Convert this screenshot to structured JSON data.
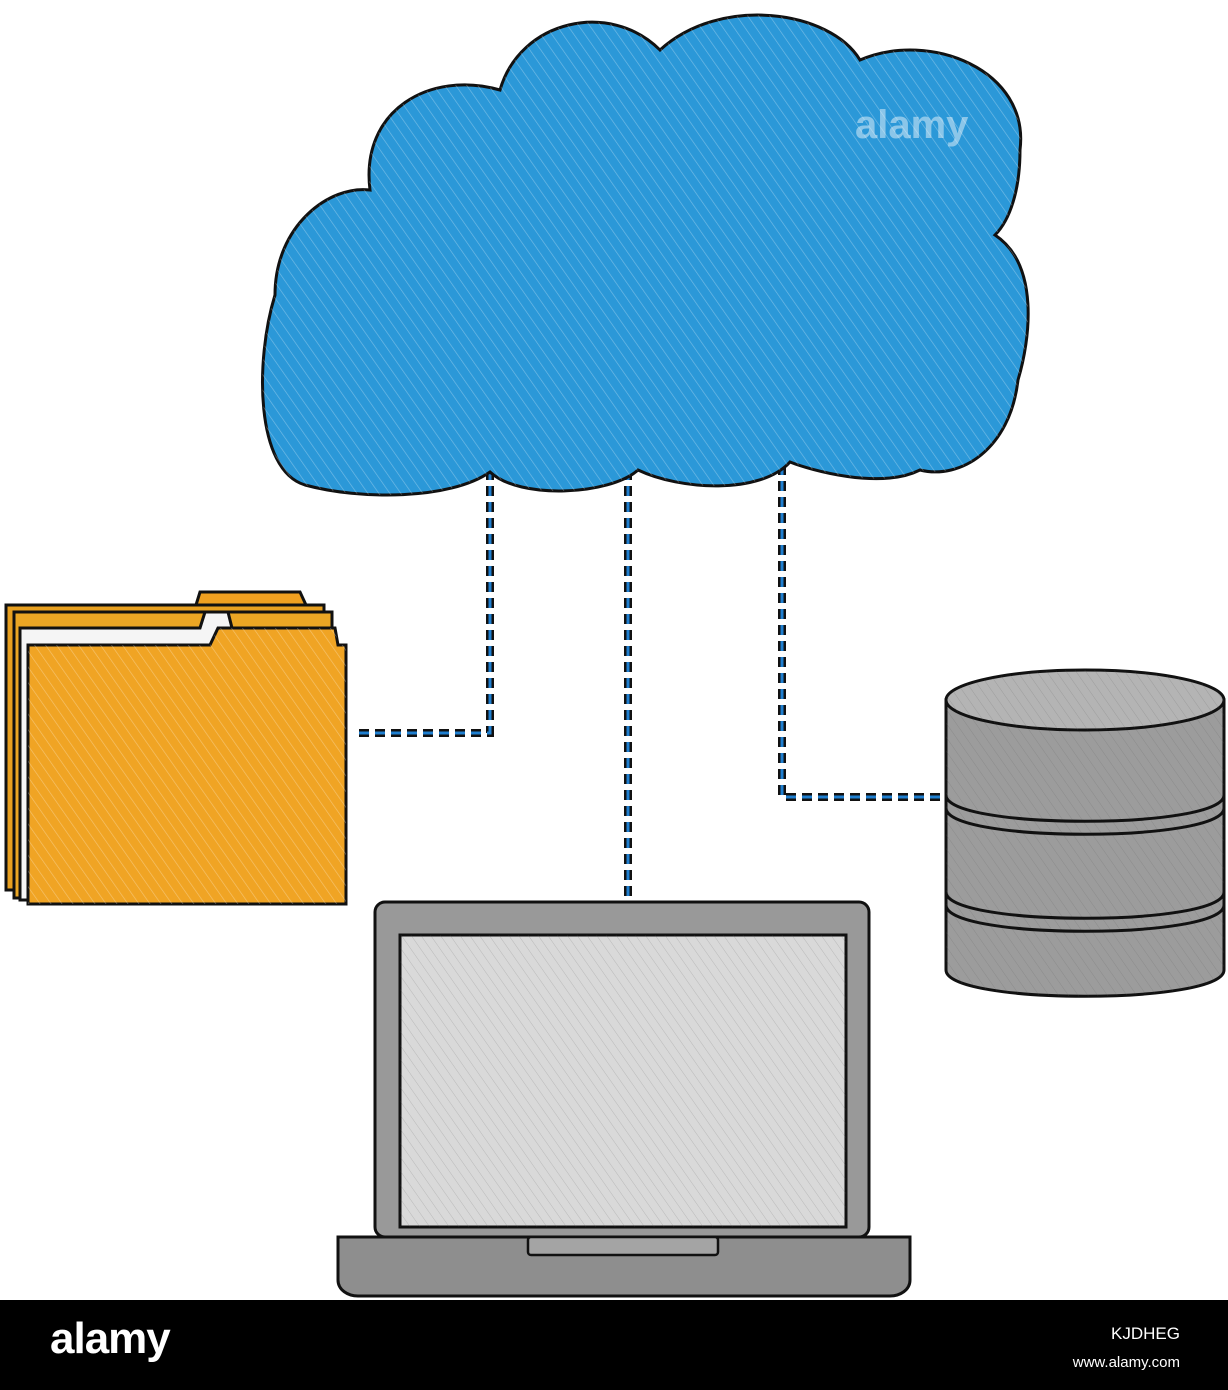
{
  "diagram": {
    "nodes": [
      {
        "id": "cloud",
        "icon": "cloud-icon",
        "color": "#2196d8"
      },
      {
        "id": "folder",
        "icon": "folder-icon",
        "color": "#f0a020"
      },
      {
        "id": "laptop",
        "icon": "laptop-icon",
        "color": "#c8c8c8"
      },
      {
        "id": "database",
        "icon": "database-icon",
        "color": "#9a9a9a"
      }
    ],
    "edges": [
      {
        "from": "cloud",
        "to": "folder",
        "style": "dashed"
      },
      {
        "from": "cloud",
        "to": "laptop",
        "style": "dashed"
      },
      {
        "from": "cloud",
        "to": "database",
        "style": "dashed"
      }
    ],
    "line_color": "#1f7fd0"
  },
  "watermark": {
    "text": "alamy"
  },
  "footer": {
    "brand": "alamy",
    "image_code": "KJDHEG",
    "url": "www.alamy.com"
  }
}
